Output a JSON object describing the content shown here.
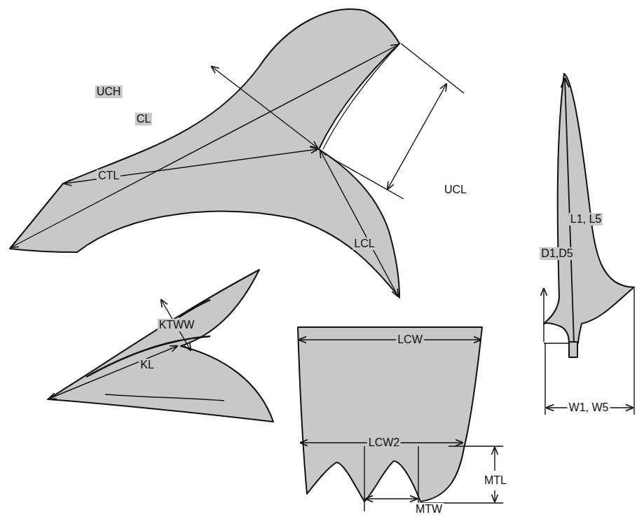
{
  "diagram": {
    "labels": [
      "UCH",
      "CL",
      "CTL",
      "UCL",
      "LCL",
      "KTWW",
      "KL",
      "LCW",
      "LCW2",
      "MTL",
      "MTW",
      "L1, L5",
      "D1,D5",
      "W1, W5"
    ]
  }
}
